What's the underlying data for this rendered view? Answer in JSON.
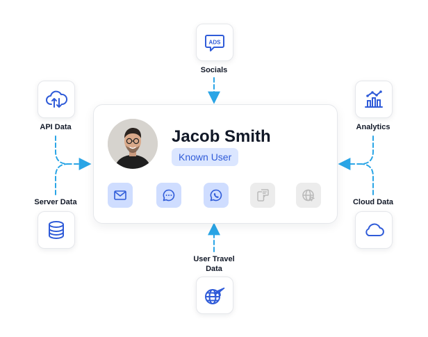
{
  "profile": {
    "name": "Jacob Smith",
    "status_badge": "Known User"
  },
  "sources": [
    {
      "id": "socials",
      "label": "Socials",
      "icon": "ads-icon"
    },
    {
      "id": "api-data",
      "label": "API Data",
      "icon": "cloud-sync-icon"
    },
    {
      "id": "server-data",
      "label": "Server Data",
      "icon": "database-icon"
    },
    {
      "id": "analytics",
      "label": "Analytics",
      "icon": "analytics-chart-icon"
    },
    {
      "id": "cloud-data",
      "label": "Cloud Data",
      "icon": "cloud-icon"
    },
    {
      "id": "user-travel-data",
      "label": "User Travel\nData",
      "icon": "globe-plane-icon"
    }
  ],
  "channels": [
    {
      "icon": "mail-icon",
      "active": true
    },
    {
      "icon": "chat-bubble-icon",
      "active": true
    },
    {
      "icon": "whatsapp-icon",
      "active": true
    },
    {
      "icon": "sms-icon",
      "active": false
    },
    {
      "icon": "web-icon",
      "active": false
    }
  ],
  "colors": {
    "accent": "#2f5bd8",
    "connector": "#2aa5e6",
    "badge_bg": "#dbe6ff",
    "channel_active_bg": "#cfddff",
    "channel_inactive_bg": "#ececec",
    "text": "#111827"
  }
}
